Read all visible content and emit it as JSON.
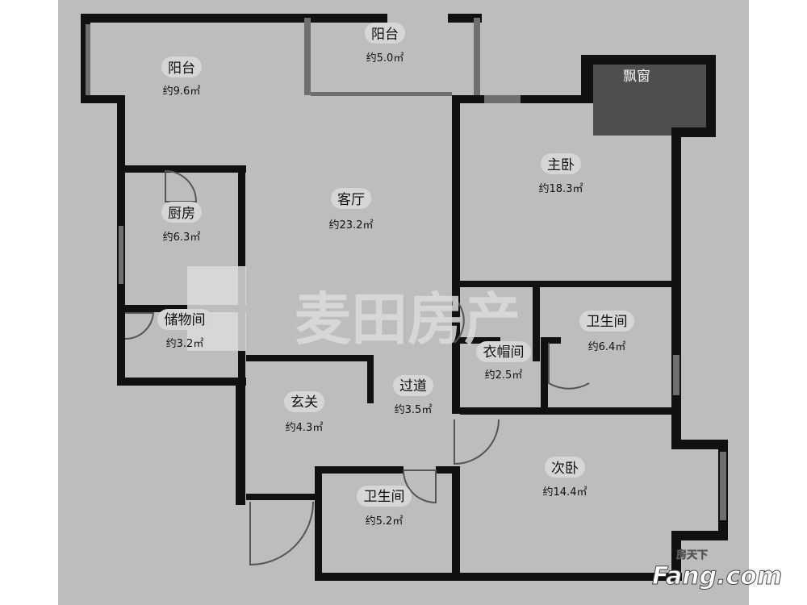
{
  "rooms": [
    {
      "name": "阳台",
      "area": "约5.0㎡"
    },
    {
      "name": "阳台",
      "area": "约9.6㎡"
    },
    {
      "name": "飘窗",
      "area": ""
    },
    {
      "name": "主卧",
      "area": "约18.3㎡"
    },
    {
      "name": "客厅",
      "area": "约23.2㎡"
    },
    {
      "name": "厨房",
      "area": "约6.3㎡"
    },
    {
      "name": "储物间",
      "area": "约3.2㎡"
    },
    {
      "name": "衣帽间",
      "area": "约2.5㎡"
    },
    {
      "name": "卫生间",
      "area": "约6.4㎡"
    },
    {
      "name": "过道",
      "area": "约3.5㎡"
    },
    {
      "name": "玄关",
      "area": "约4.3㎡"
    },
    {
      "name": "次卧",
      "area": "约14.4㎡"
    },
    {
      "name": "卫生间",
      "area": "约5.2㎡"
    }
  ],
  "watermark": {
    "text": "麦田房产"
  },
  "brand": {
    "small": "房天下",
    "big": "Fang.com"
  },
  "colors": {
    "floor": "#bdbdbd",
    "wall": "#111111",
    "bay_window": "#4e4e4e",
    "window": "#6f6f6f"
  }
}
